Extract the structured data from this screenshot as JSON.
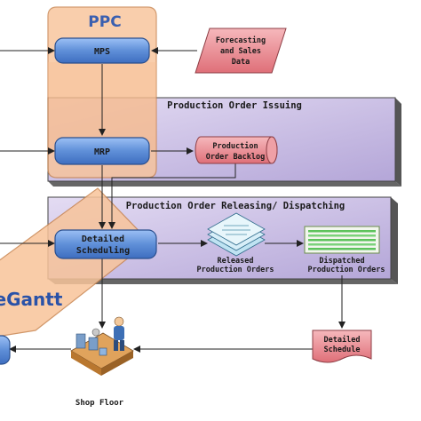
{
  "ppc": {
    "title": "PPC"
  },
  "nodes": {
    "mps": "MPS",
    "mrp": "MRP",
    "detailed_scheduling": [
      "Detailed",
      "Scheduling"
    ],
    "forecasting": [
      "Forecasting",
      "and Sales",
      "Data"
    ],
    "production_order_backlog": [
      "Production",
      "Order Backlog"
    ],
    "released_production_orders": [
      "Released",
      "Production Orders"
    ],
    "dispatched_production_orders": [
      "Dispatched",
      "Production Orders"
    ],
    "detailed_schedule": [
      "Detailed",
      "Schedule"
    ],
    "shop_floor": "Shop Floor"
  },
  "panels": {
    "issuing": "Production Order Issuing",
    "releasing": "Production Order Releasing/ Dispatching"
  },
  "banner": {
    "text": "eGantt"
  },
  "colors": {
    "ppc_fill": "#f8c49a",
    "ppc_stroke": "#c98550",
    "panel_fill": "#c9bde3",
    "panel_shadow": "#4a4a4a",
    "node_fill": "#6f9ee3",
    "node_stroke": "#2a4f8e",
    "doc_fill": "#e9828a",
    "banner_fill": "#f8c49a",
    "banner_text": "#2a52a8",
    "ppc_title": "#3a5fb0"
  }
}
